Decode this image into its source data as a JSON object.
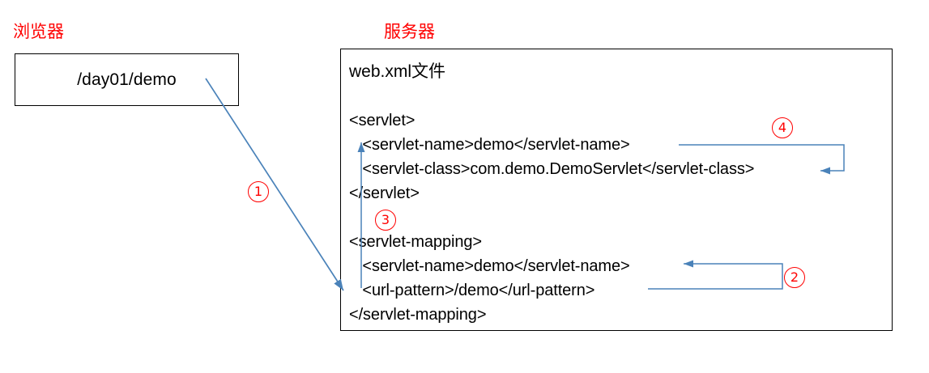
{
  "diagram": {
    "browser": {
      "title": "浏览器",
      "url_value": "/day01/demo"
    },
    "server": {
      "title": "服务器",
      "file_label": "web.xml文件",
      "code_lines": [
        "<servlet>",
        "   <servlet-name>demo</servlet-name>",
        "   <servlet-class>com.demo.DemoServlet</servlet-class>",
        "</servlet>",
        "<servlet-mapping>",
        "   <servlet-name>demo</servlet-name>",
        "   <url-pattern>/demo</url-pattern>",
        "</servlet-mapping>"
      ]
    },
    "markers": [
      {
        "id": "1",
        "label": "①",
        "glyph": "1"
      },
      {
        "id": "2",
        "label": "②",
        "glyph": "2"
      },
      {
        "id": "3",
        "label": "③",
        "glyph": "3"
      },
      {
        "id": "4",
        "label": "④",
        "glyph": "4"
      }
    ],
    "colors": {
      "title_red": "#ff0000",
      "marker_red": "#ff0000",
      "arrow_blue": "#4a82b9",
      "box_border": "#000000",
      "text_black": "#000000",
      "background": "#ffffff"
    }
  }
}
